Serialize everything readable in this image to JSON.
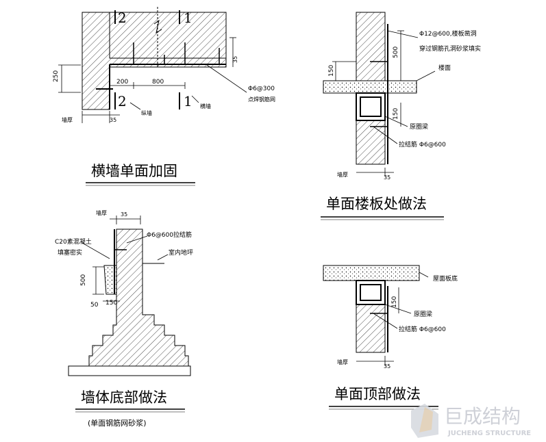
{
  "panels": {
    "a": {
      "title": "横墙单面加固",
      "section_1": "1",
      "section_2": "2",
      "dims": {
        "d250": "250",
        "d200": "200",
        "d800": "800",
        "d35": "35",
        "d35b": "35"
      },
      "labels": {
        "wall_thickness": "墙厚",
        "mesh_spec": "Φ6@300",
        "mesh_desc": "点焊钢筋网",
        "long_wall": "纵墙",
        "cross_wall": "横墙"
      }
    },
    "b": {
      "title": "单面楼板处做法",
      "dims": {
        "d500": "500",
        "d150": "150",
        "d150b": "150",
        "d35": "35"
      },
      "labels": {
        "rebar_spec": "Φ12@600,楼板凿洞",
        "rebar_desc": "穿过钢筋孔洞砂浆填实",
        "floor_level": "楼面",
        "ring_beam": "原圈梁",
        "tie_bar": "拉结筋  Φ6@600",
        "wall_thickness": "墙厚"
      }
    },
    "c": {
      "title": "墙体底部做法",
      "subtitle": "(单面钢筋网砂浆)",
      "dims": {
        "d35": "35",
        "d500": "500",
        "d50": "50",
        "d150": "150"
      },
      "labels": {
        "wall_thickness": "墙厚",
        "concrete_1": "C20素混凝土",
        "concrete_2": "填塞密实",
        "tie_bar": "Φ6@600拉结筋",
        "indoor_floor": "室内地坪"
      }
    },
    "d": {
      "title": "单面顶部做法",
      "dims": {
        "d150": "150",
        "d35": "35"
      },
      "labels": {
        "roof_slab": "屋面板底",
        "ring_beam": "原圈梁",
        "tie_bar": "拉结筋  Φ6@600",
        "wall_thickness": "墙厚"
      }
    }
  },
  "watermark": {
    "cn": "巨成结构",
    "en": "JUCHENG STRUCTURE"
  }
}
